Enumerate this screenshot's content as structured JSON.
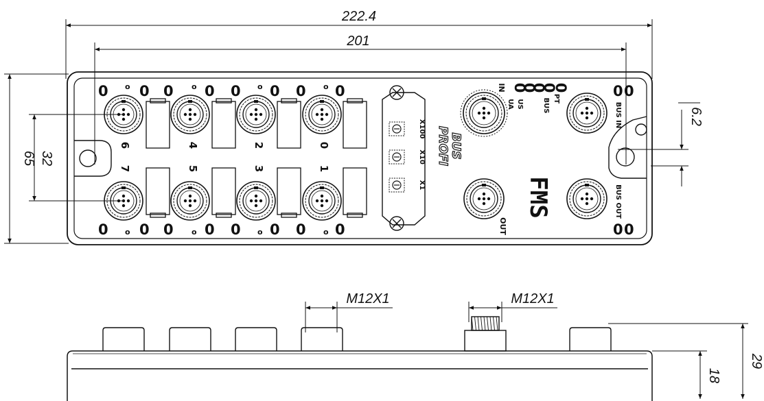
{
  "dimensions": {
    "overall_length": "222.4",
    "hole_spacing": "201",
    "height": "65",
    "hole_vertical": "32",
    "hole_offset": "6.2",
    "side_base": "18",
    "side_total": "29",
    "thread_left": "M12X1",
    "thread_right": "M12X1"
  },
  "ports": {
    "top": [
      "6",
      "4",
      "2",
      "0"
    ],
    "bottom": [
      "7",
      "5",
      "3",
      "1"
    ]
  },
  "led_glyph": "0",
  "led_small": "o",
  "address_switches": [
    "X100",
    "X10",
    "X1"
  ],
  "logo_lines": [
    "PROFI",
    "BUS"
  ],
  "brand": "FMS",
  "bus_labels": {
    "in": "IN",
    "us": "US",
    "ua": "UA",
    "bus": "BUS",
    "pt": "PT",
    "bus_in": "BUS IN",
    "bus_out": "BUS OUT",
    "out": "OUT"
  }
}
